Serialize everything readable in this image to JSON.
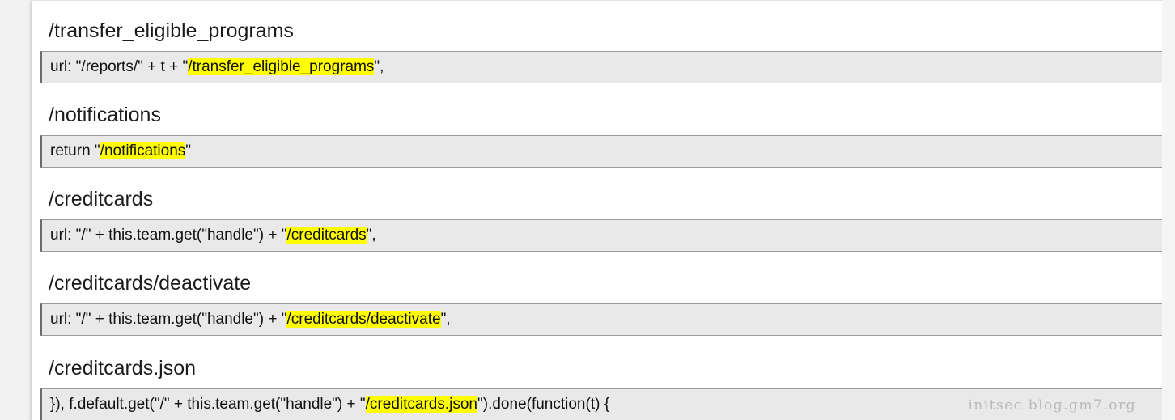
{
  "entries": [
    {
      "heading": "/transfer_eligible_programs",
      "code_before": "url: \"/reports/\" + t + \"",
      "code_highlight": "/transfer_eligible_programs",
      "code_after": "\","
    },
    {
      "heading": "/notifications",
      "code_before": "return \"",
      "code_highlight": "/notifications",
      "code_after": "\""
    },
    {
      "heading": "/creditcards",
      "code_before": "url: \"/\" + this.team.get(\"handle\") + \"",
      "code_highlight": "/creditcards",
      "code_after": "\","
    },
    {
      "heading": "/creditcards/deactivate",
      "code_before": "url: \"/\" + this.team.get(\"handle\") + \"",
      "code_highlight": "/creditcards/deactivate",
      "code_after": "\","
    },
    {
      "heading": "/creditcards.json",
      "code_before": "}), f.default.get(\"/\" + this.team.get(\"handle\") + \"",
      "code_highlight": "/creditcards.json",
      "code_after": "\").done(function(t) {"
    }
  ],
  "watermark": "initsec blog.gm7.org",
  "colors": {
    "highlight": "#ffff00",
    "code_background": "#e9e9e9",
    "code_border": "#9a9a9a",
    "text": "#111111"
  }
}
